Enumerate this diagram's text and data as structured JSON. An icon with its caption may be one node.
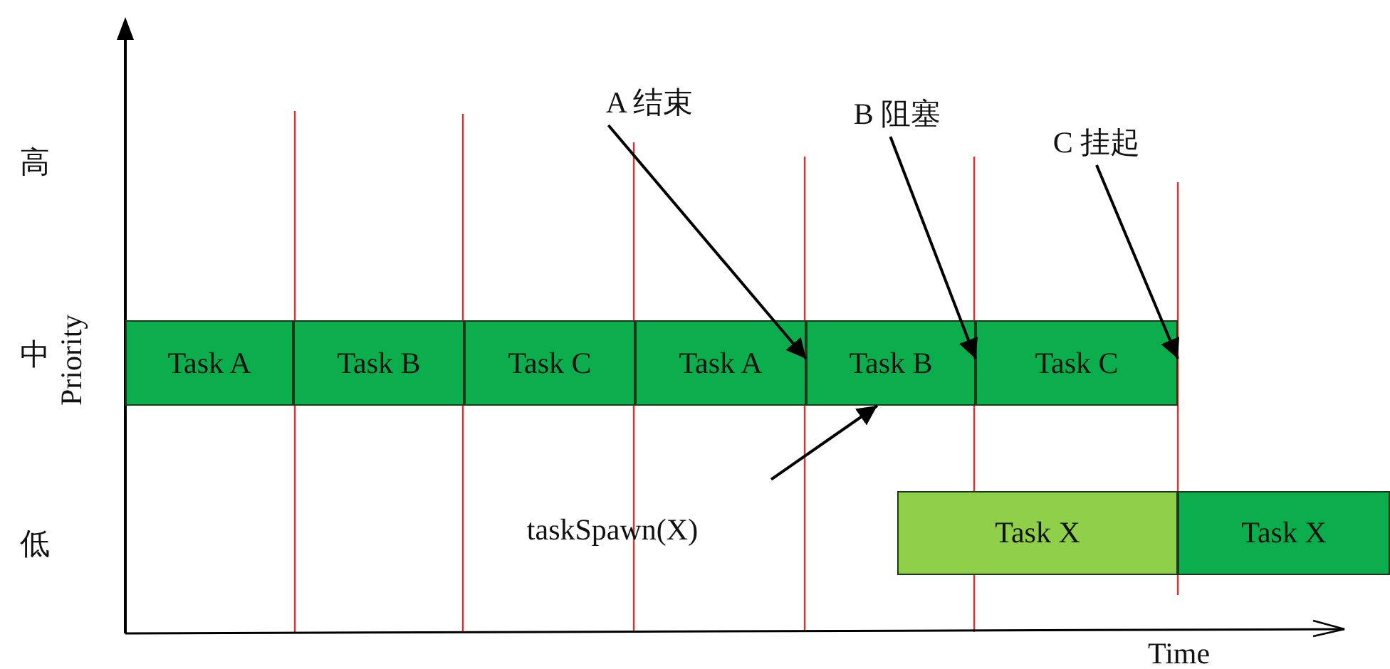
{
  "diagram": {
    "nodes": [
      {
        "text": [
          "Task A"
        ]
      },
      {
        "text": [
          "Task B"
        ]
      },
      {
        "text": [
          "Task C"
        ]
      },
      {
        "text": [
          "Task A"
        ]
      },
      {
        "text": [
          "Task B"
        ]
      },
      {
        "text": [
          "Task C"
        ]
      },
      {
        "text": [
          "Task X"
        ]
      },
      {
        "text": [
          "Task X"
        ]
      },
      {
        "text": [
          "A 结束"
        ]
      },
      {
        "text": [
          "B 阻塞"
        ]
      },
      {
        "text": [
          "C 挂起"
        ]
      },
      {
        "text": [
          "taskSpawn(X)"
        ]
      }
    ],
    "edges": [
      {
        "from": 8,
        "to": 3,
        "arrow": "to"
      },
      {
        "from": 9,
        "to": 4,
        "arrow": "to"
      },
      {
        "from": 10,
        "to": 5,
        "arrow": "to"
      },
      {
        "from": 11,
        "to": 4,
        "arrow": "to"
      }
    ],
    "labels": [
      "高",
      "中",
      "低",
      "Priority",
      "Time"
    ]
  }
}
